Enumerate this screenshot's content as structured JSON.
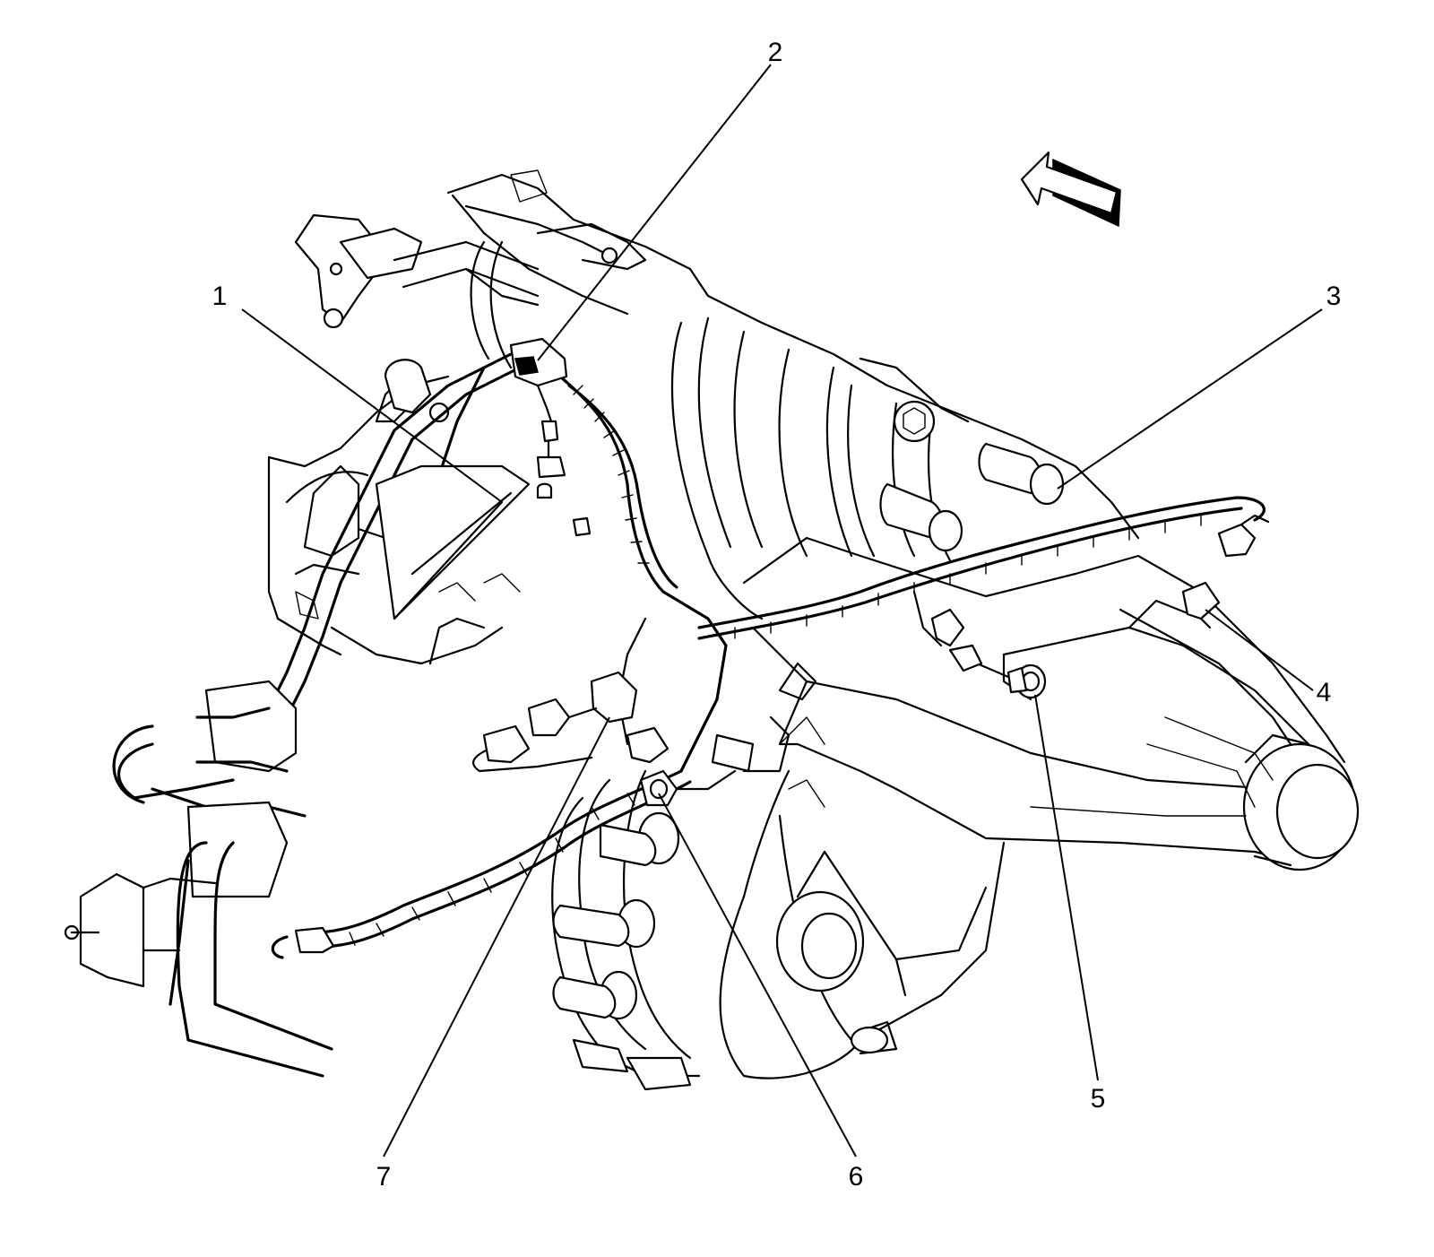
{
  "callouts": [
    {
      "id": "1",
      "label": "1"
    },
    {
      "id": "2",
      "label": "2"
    },
    {
      "id": "3",
      "label": "3"
    },
    {
      "id": "4",
      "label": "4"
    },
    {
      "id": "5",
      "label": "5"
    },
    {
      "id": "6",
      "label": "6"
    },
    {
      "id": "7",
      "label": "7"
    }
  ],
  "icons": {
    "direction_arrow": "front-direction-arrow-icon"
  },
  "colors": {
    "line": "#000000",
    "background": "#ffffff"
  }
}
